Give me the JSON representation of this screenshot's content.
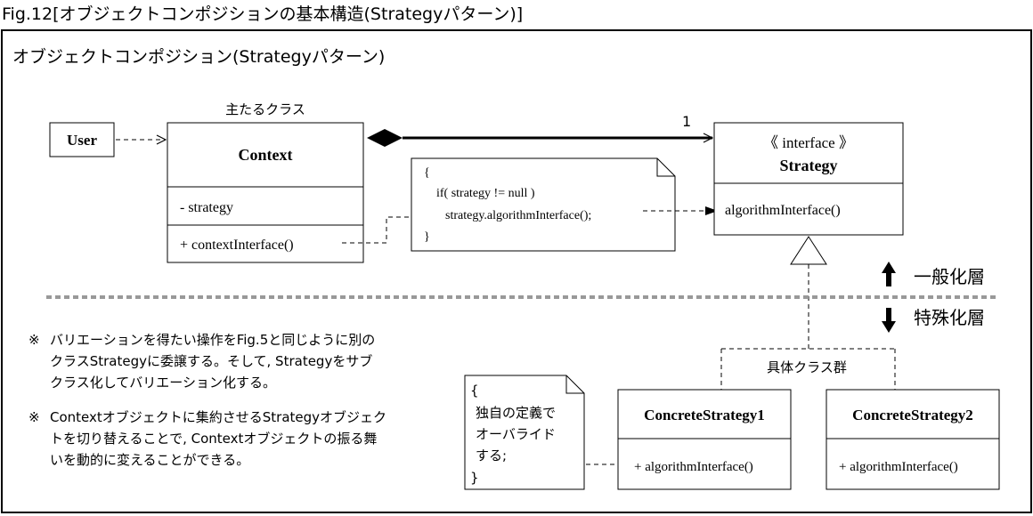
{
  "figure_title": "Fig.12[オブジェクトコンポジションの基本構造(Strategyパターン)]",
  "panel_title": "オブジェクトコンポジション(Strategyパターン)",
  "user": {
    "label": "User"
  },
  "context": {
    "caption": "主たるクラス",
    "name": "Context",
    "attribute": "- strategy",
    "operation": "+ contextInterface()"
  },
  "association": {
    "multiplicity": "1"
  },
  "note_context": {
    "lines": [
      "{",
      "if( strategy != null )",
      "strategy.algorithmInterface();",
      "}"
    ]
  },
  "strategy": {
    "stereotype": "《 interface 》",
    "name": "Strategy",
    "operation": "algorithmInterface()"
  },
  "levels": {
    "general": "一般化層",
    "special": "特殊化層"
  },
  "concrete_group": {
    "label": "具体クラス群"
  },
  "concrete1": {
    "name": "ConcreteStrategy1",
    "operation": "+ algorithmInterface()"
  },
  "concrete2": {
    "name": "ConcreteStrategy2",
    "operation": "+ algorithmInterface()"
  },
  "note_concrete": {
    "lines": [
      "{",
      "独自の定義で",
      "オーバライド",
      "する;",
      "}"
    ]
  },
  "notes": [
    {
      "mark": "※",
      "lines": [
        "バリエーションを得たい操作をFig.5と同じように別の",
        "クラスStrategyに委譲する。そして, Strategyをサブ",
        "クラス化してバリエーション化する。"
      ]
    },
    {
      "mark": "※",
      "lines": [
        "Contextオブジェクトに集約させるStrategyオブジェク",
        "トを切り替えることで, Contextオブジェクトの振る舞",
        "いを動的に変えることができる。"
      ]
    }
  ]
}
